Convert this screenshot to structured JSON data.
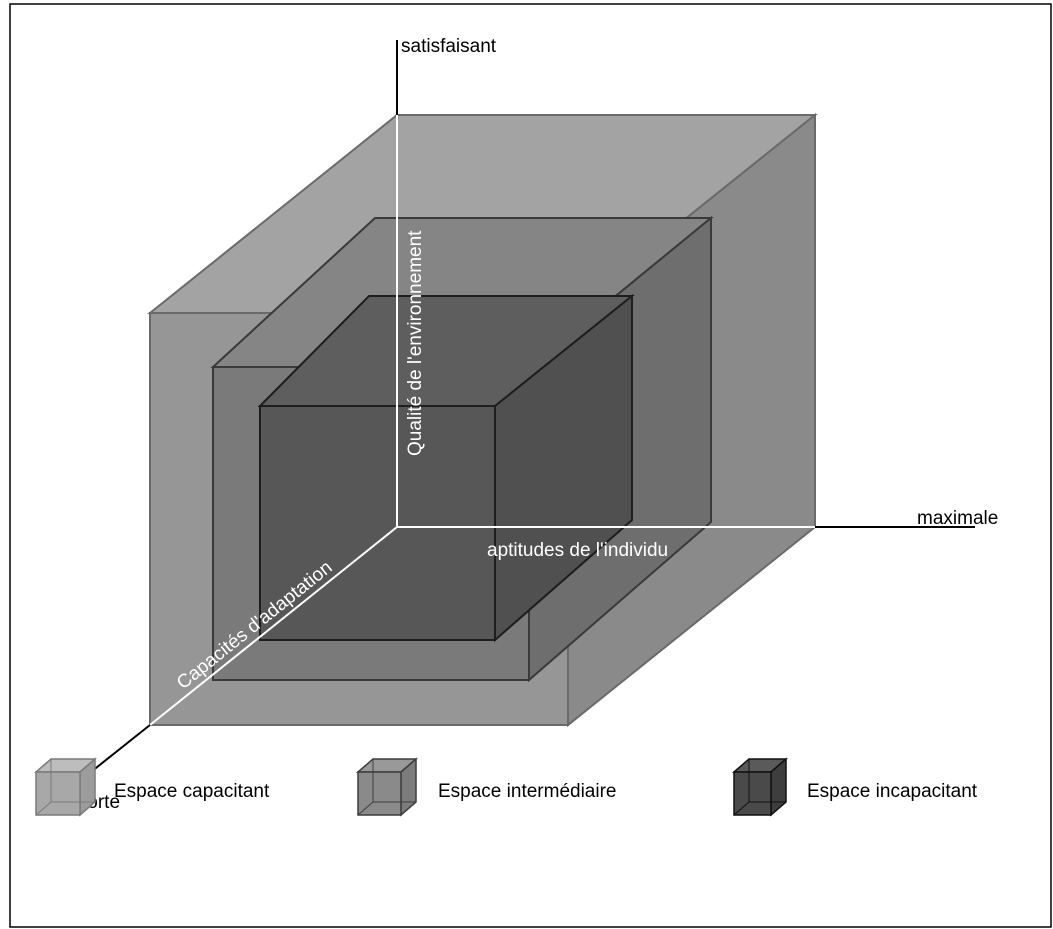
{
  "axes": {
    "vertical": {
      "label": "Qualité de l'environnement",
      "end": "satisfaisant"
    },
    "horizontal": {
      "label": "aptitudes de l'individu",
      "end": "maximale"
    },
    "depth": {
      "label": "Capacités d'adaptation",
      "end": "forte"
    }
  },
  "legend": [
    {
      "label": "Espace capacitant",
      "color": "#9a9a9a",
      "icon": "cube-light-icon"
    },
    {
      "label": "Espace intermédiaire",
      "color": "#7d7d7d",
      "icon": "cube-medium-icon"
    },
    {
      "label": "Espace incapacitant",
      "color": "#555555",
      "icon": "cube-dark-icon"
    }
  ],
  "colors": {
    "outer_cube": "#8f8f8f",
    "middle_cube": "#6f6f6f",
    "inner_cube": "#4e4e4e",
    "axis_inside": "#ffffff",
    "axis_outside": "#000000"
  }
}
